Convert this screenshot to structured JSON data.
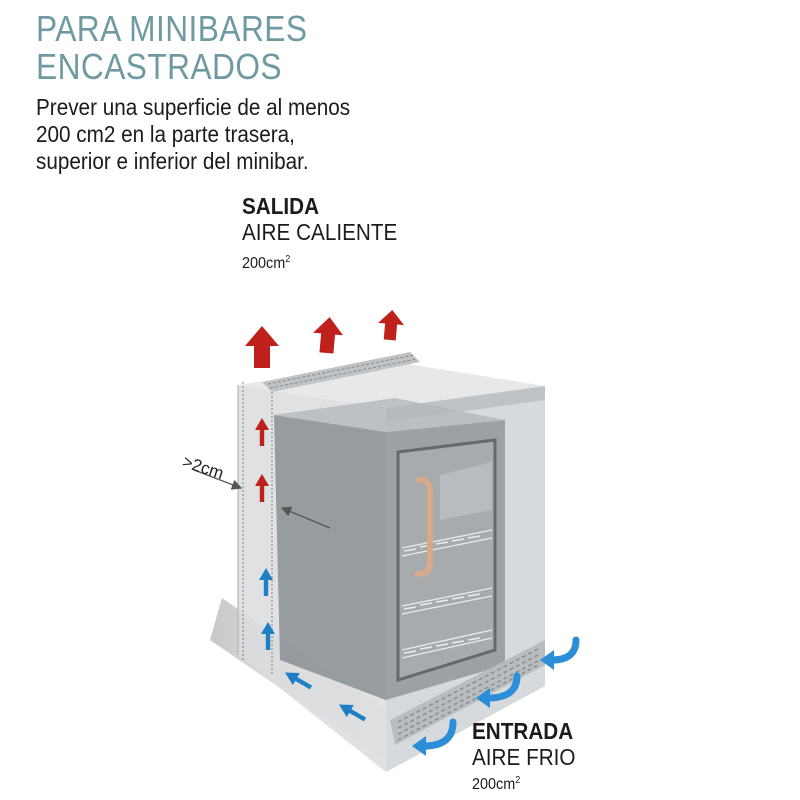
{
  "title": {
    "line1": "PARA MINIBARES",
    "line2": "ENCASTRADOS"
  },
  "description": {
    "line1": "Prever una superficie de al menos",
    "line2": "200 cm2 en la parte trasera,",
    "line3": "superior e inferior del minibar."
  },
  "outlet": {
    "title": "SALIDA",
    "subtitle": "AIRE CALIENTE",
    "area_value": "200cm",
    "area_unit_exponent": "2"
  },
  "inlet": {
    "title": "ENTRADA",
    "subtitle": "AIRE FRIO",
    "area_value": "200cm",
    "area_unit_exponent": "2"
  },
  "gap_label": ">2cm",
  "colors": {
    "title": "#6f9aa1",
    "hot_arrow": "#c0201c",
    "cold_arrow": "#2a8fd8",
    "cabinet": "#d3d6d8",
    "fridge": "#8d9195",
    "handle": "#d7a98a"
  },
  "icons": [
    "hot-air-arrow-icon",
    "cold-air-arrow-icon",
    "minibar-illustration"
  ]
}
